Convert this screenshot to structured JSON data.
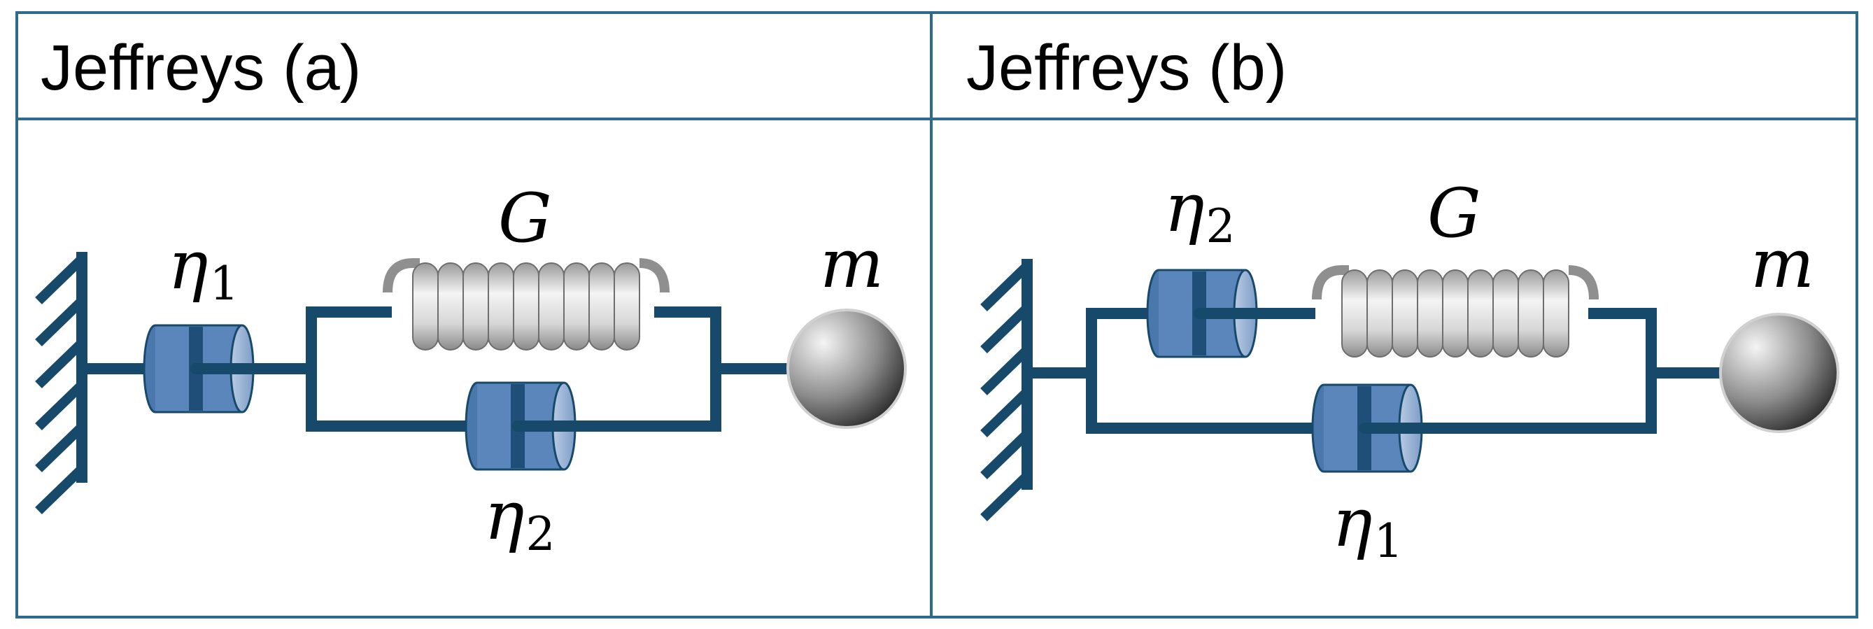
{
  "panels": [
    {
      "title": "Jeffreys (a)",
      "labels": {
        "spring": "G",
        "mass": "m",
        "damper_series": {
          "symbol": "η",
          "subscript": "1"
        },
        "damper_parallel": {
          "symbol": "η",
          "subscript": "2"
        }
      }
    },
    {
      "title": "Jeffreys (b)",
      "labels": {
        "spring": "G",
        "mass": "m",
        "damper_series": {
          "symbol": "η",
          "subscript": "2"
        },
        "damper_parallel": {
          "symbol": "η",
          "subscript": "1"
        }
      }
    }
  ],
  "colors": {
    "frame": "#2e6a8e",
    "rod": "#17496b",
    "damper_body": "#5a86bb",
    "damper_dark": "#1f4e79",
    "spring": "#d9d9d9",
    "mass_light": "#f2f2f2",
    "mass_dark": "#2b2b2b"
  }
}
